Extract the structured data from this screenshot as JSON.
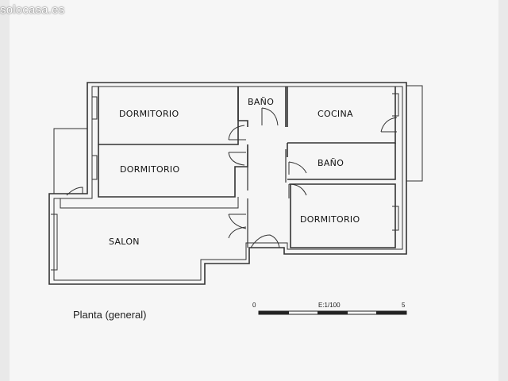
{
  "watermark": "solocasa.es",
  "rooms": {
    "dormitorio_1": "DORMITORIO",
    "dormitorio_2": "DORMITORIO",
    "bano_1": "BAÑO",
    "cocina": "COCINA",
    "bano_2": "BAÑO",
    "dormitorio_3": "DORMITORIO",
    "salon": "SALON"
  },
  "plan_title": "Planta (general)",
  "scale": {
    "start": "0",
    "label": "E:1/100",
    "end": "5"
  },
  "colors": {
    "wall": "#333333",
    "background": "#f6f6f6"
  }
}
